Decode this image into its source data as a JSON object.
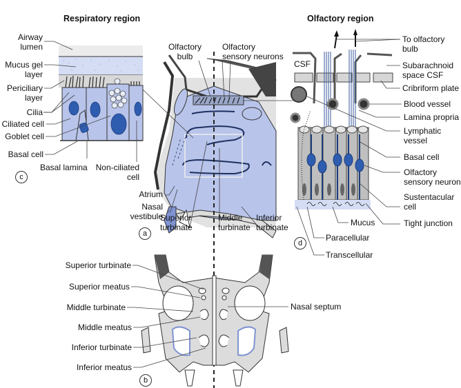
{
  "panels": {
    "c": {
      "title": "Respiratory region",
      "marker": "c",
      "labels": {
        "airway_lumen": "Airway\nlumen",
        "airway": "Airway",
        "lumen": "lumen",
        "mucus_gel": "Mucus gel",
        "mucus_gel_2": "layer",
        "periciliary": "Periciliary",
        "periciliary_2": "layer",
        "cilia": "Cilia",
        "ciliated_cell": "Ciliated cell",
        "goblet_cell": "Goblet cell",
        "basal_cell": "Basal cell",
        "basal_lamina": "Basal lamina",
        "non_ciliated": "Non-ciliated",
        "non_ciliated_2": "cell"
      }
    },
    "a": {
      "marker": "a",
      "labels": {
        "olfactory_bulb": "Olfactory",
        "olfactory_bulb_2": "bulb",
        "olfactory_sensory": "Olfactory",
        "olfactory_sensory_2": "sensory neurons",
        "atrium": "Atrium",
        "nasal_vestibule": "Nasal",
        "nasal_vestibule_2": "vestibule",
        "superior_turbinate": "Superior",
        "superior_turbinate_2": "turbinate",
        "middle_turbinate": "Middle",
        "middle_turbinate_2": "turbinate",
        "inferior_turbinate": "Inferior",
        "inferior_turbinate_2": "turbinate"
      }
    },
    "d": {
      "title": "Olfactory region",
      "marker": "d",
      "labels": {
        "csf": "CSF",
        "to_olfactory_bulb": "To olfactory",
        "to_olfactory_bulb_2": "bulb",
        "subarachnoid": "Subarachnoid",
        "subarachnoid_2": "space CSF",
        "cribriform": "Cribriform plate",
        "blood_vessel": "Blood vessel",
        "lamina_propria": "Lamina propria",
        "lymphatic": "Lymphatic",
        "lymphatic_2": "vessel",
        "basal_cell": "Basal cell",
        "olfactory_neuron": "Olfactory",
        "olfactory_neuron_2": "sensory neuron",
        "sustentacular": "Sustentacular",
        "sustentacular_2": "cell",
        "mucus": "Mucus",
        "tight_junction": "Tight junction",
        "paracellular": "Paracellular",
        "transcellular": "Transcellular"
      }
    },
    "b": {
      "marker": "b",
      "labels": {
        "superior_turbinate": "Superior turbinate",
        "superior_meatus": "Superior meatus",
        "middle_turbinate": "Middle turbinate",
        "middle_meatus": "Middle meatus",
        "inferior_turbinate": "Inferior turbinate",
        "inferior_meatus": "Inferior meatus",
        "nasal_septum": "Nasal septum"
      }
    }
  },
  "colors": {
    "tissue_blue": "#b8c4ea",
    "nucleus_blue": "#2e5db0",
    "bone_gray": "#dcdcdc",
    "dark_gray": "#555555",
    "neuron_blue": "#3a5a9c"
  }
}
